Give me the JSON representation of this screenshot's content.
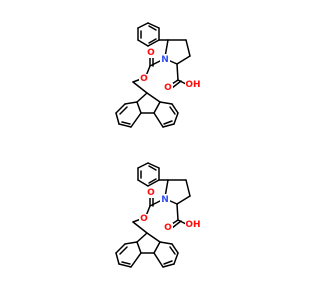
{
  "colors": {
    "background": "#ffffff",
    "bond": "#000000",
    "oxygen": "#ff0d0d",
    "nitrogen": "#3050f8"
  },
  "molecules": [
    {
      "name": "molecule-1",
      "atoms": [
        {
          "id": "ring-n",
          "label": "N",
          "element": "nitrogen"
        },
        {
          "id": "carbamate-o-double",
          "label": "O",
          "element": "oxygen"
        },
        {
          "id": "carbamate-o-ester",
          "label": "O",
          "element": "oxygen"
        },
        {
          "id": "acid-o-double",
          "label": "O",
          "element": "oxygen"
        },
        {
          "id": "acid-oh",
          "label": "OH",
          "element": "oxygen"
        }
      ]
    },
    {
      "name": "molecule-2",
      "atoms": [
        {
          "id": "ring-n",
          "label": "N",
          "element": "nitrogen"
        },
        {
          "id": "carbamate-o-double",
          "label": "O",
          "element": "oxygen"
        },
        {
          "id": "carbamate-o-ester",
          "label": "O",
          "element": "oxygen"
        },
        {
          "id": "acid-o-double",
          "label": "O",
          "element": "oxygen"
        },
        {
          "id": "acid-oh",
          "label": "OH",
          "element": "oxygen"
        }
      ]
    }
  ]
}
